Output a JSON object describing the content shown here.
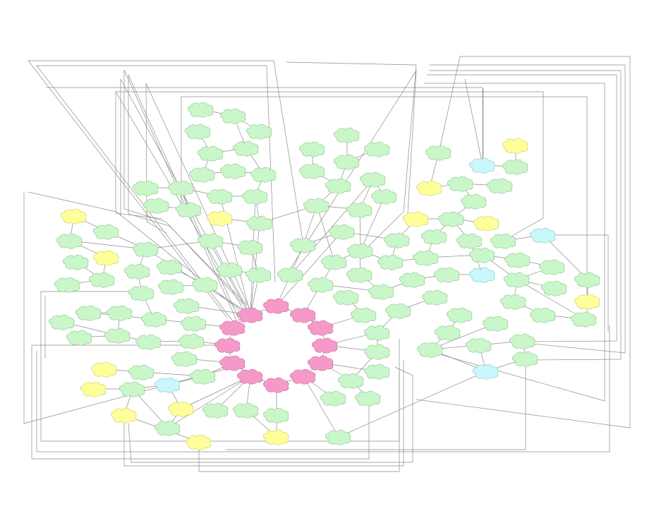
{
  "diagram": {
    "type": "network-graph",
    "colors": {
      "background": "#ffffff",
      "edge": "#8c8c8c",
      "category": {
        "pink": {
          "fill": "#f59ac8",
          "stroke": "#c4679a"
        },
        "green": {
          "fill": "#c9f7c9",
          "stroke": "#8fbf8f"
        },
        "yellow": {
          "fill": "#ffff99",
          "stroke": "#c8c86a"
        },
        "cyan": {
          "fill": "#c9f7fb",
          "stroke": "#86c3c8"
        }
      }
    },
    "node_shape": "cloud",
    "node_labels": "none",
    "node_counts": {
      "pink": 12,
      "green": 158,
      "yellow": 16,
      "cyan": 5
    }
  }
}
